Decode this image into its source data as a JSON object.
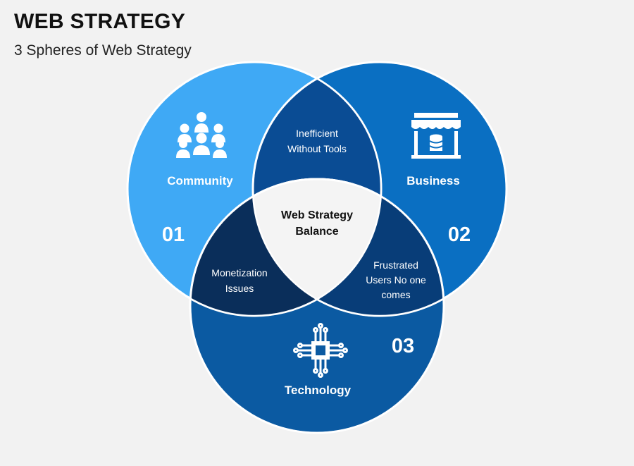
{
  "header": {
    "title": "WEB STRATEGY",
    "subtitle": "3 Spheres of Web Strategy"
  },
  "spheres": [
    {
      "id": "community",
      "label": "Community",
      "number": "01",
      "icon": "people-group-icon",
      "color": "#3fa9f5"
    },
    {
      "id": "business",
      "label": "Business",
      "number": "02",
      "icon": "storefront-icon",
      "color": "#0a6fc2"
    },
    {
      "id": "technology",
      "label": "Technology",
      "number": "03",
      "icon": "circuit-chip-icon",
      "color": "#0b5aa2"
    }
  ],
  "overlaps": {
    "community_business": {
      "line1": "Inefficient",
      "line2": "Without Tools",
      "color": "#0a4c94"
    },
    "community_technology": {
      "line1": "Monetization",
      "line2": "Issues",
      "color": "#0a2e5a"
    },
    "business_technology": {
      "line1": "Frustrated",
      "line2": "Users No one",
      "line3": "comes",
      "color": "#083d78"
    },
    "center": {
      "line1": "Web Strategy",
      "line2": "Balance",
      "color": "#f4f4f4"
    }
  }
}
